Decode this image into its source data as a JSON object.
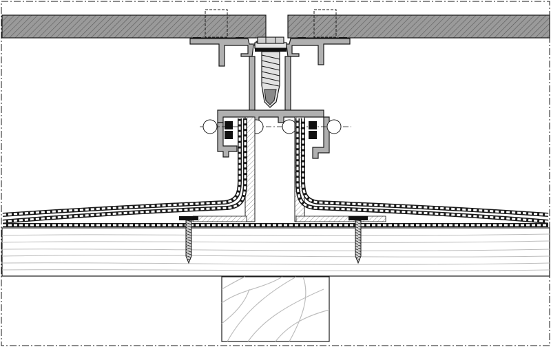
{
  "diagram": {
    "kind": "construction-section-detail",
    "components": [
      {
        "name": "upper-slab-left",
        "material": "hatched-concrete"
      },
      {
        "name": "upper-slab-right",
        "material": "hatched-concrete"
      },
      {
        "name": "top-clamp-profile",
        "material": "aluminium"
      },
      {
        "name": "self-drilling-screw",
        "material": "steel"
      },
      {
        "name": "vertical-stem-profile",
        "material": "aluminium"
      },
      {
        "name": "cross-bar-profile",
        "material": "aluminium"
      },
      {
        "name": "membrane-left",
        "material": "dashed-membrane"
      },
      {
        "name": "membrane-right",
        "material": "dashed-membrane"
      },
      {
        "name": "wood-screw-left",
        "material": "steel"
      },
      {
        "name": "wood-screw-right",
        "material": "steel"
      },
      {
        "name": "timber-board",
        "material": "wood"
      },
      {
        "name": "timber-beam",
        "material": "wood-end-grain"
      }
    ],
    "colors": {
      "line": "#1a1a1a",
      "concrete": "#9a9a9a",
      "metal": "#b0b0b0",
      "grain": "#bdbdbd",
      "background": "#ffffff"
    }
  }
}
